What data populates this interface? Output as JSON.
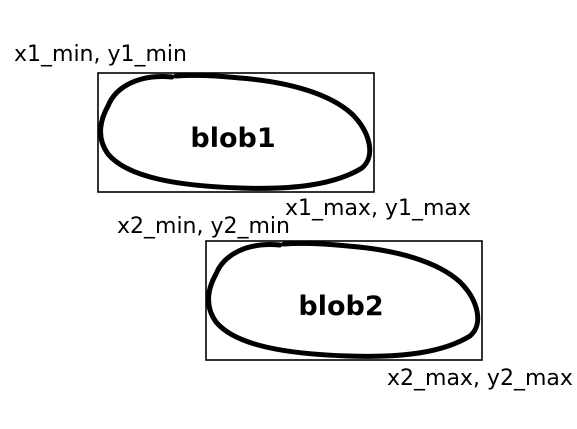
{
  "blobs": [
    {
      "label": "blob1",
      "min_label": "x1_min, y1_min",
      "max_label": "x1_max, y1_max"
    },
    {
      "label": "blob2",
      "min_label": "x2_min, y2_min",
      "max_label": "x2_max, y2_max"
    }
  ],
  "colors": {
    "background": "#ffffff",
    "stroke": "#000000"
  }
}
